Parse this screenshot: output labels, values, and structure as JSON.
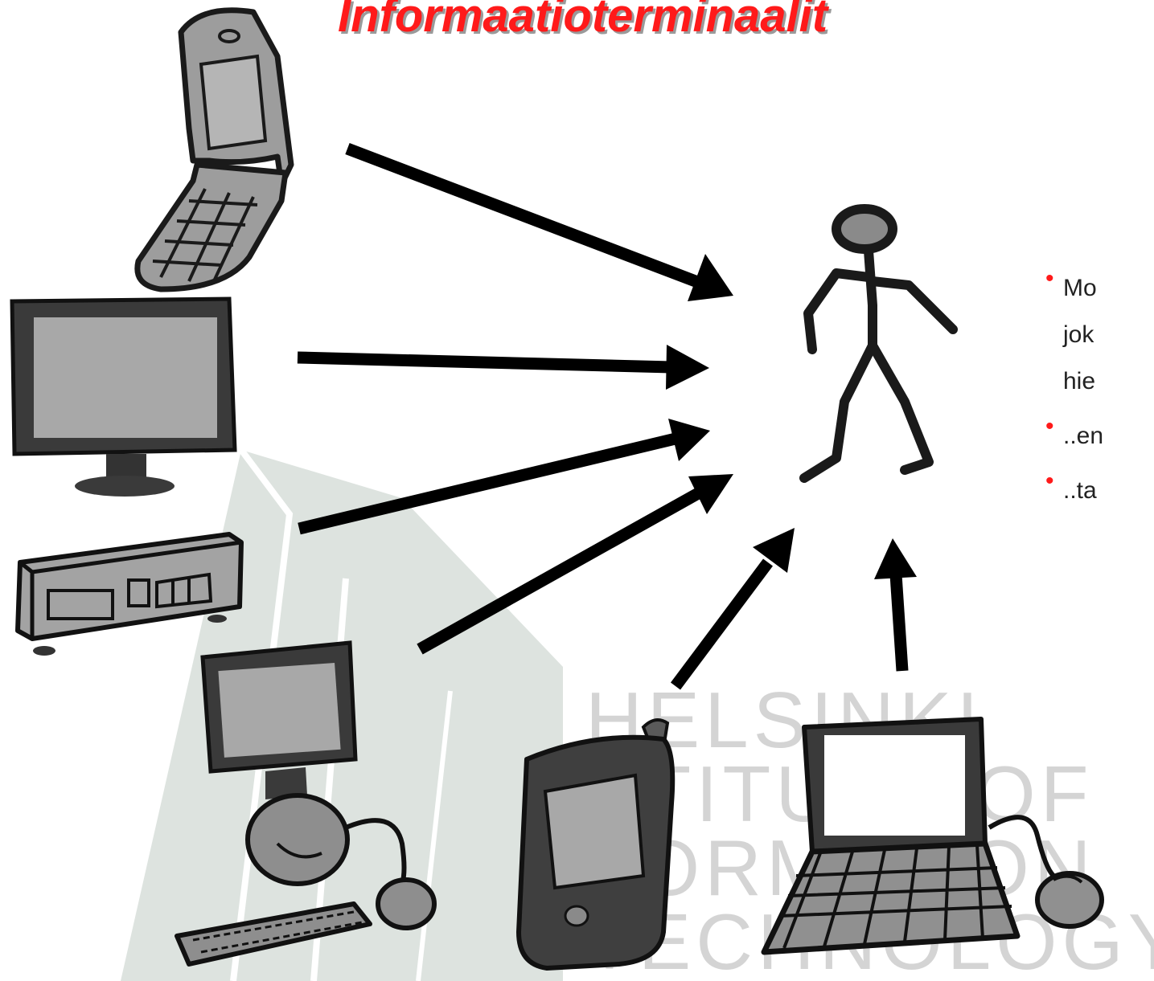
{
  "title": "Informaatioterminaalit",
  "bullets": [
    {
      "lines": [
        "Mo",
        "jok",
        "hie"
      ]
    },
    {
      "lines": [
        "..en"
      ]
    },
    {
      "lines": [
        "..ta"
      ]
    }
  ],
  "watermark": {
    "lines": [
      "HELSINKI",
      "STITUTE OF",
      "FORMATION",
      "TECHNOLOGY"
    ]
  },
  "colors": {
    "title": "#ff1a1a",
    "bullet_dot": "#ff1a1a",
    "watermark_text": "#d4d4d4",
    "watermark_shape": "#dde3df",
    "arrows": "#000000"
  },
  "icons": [
    "flip-phone-icon",
    "monitor-icon",
    "set-top-box-icon",
    "desktop-computer-icon",
    "pda-icon",
    "laptop-icon",
    "stick-figure-icon"
  ]
}
